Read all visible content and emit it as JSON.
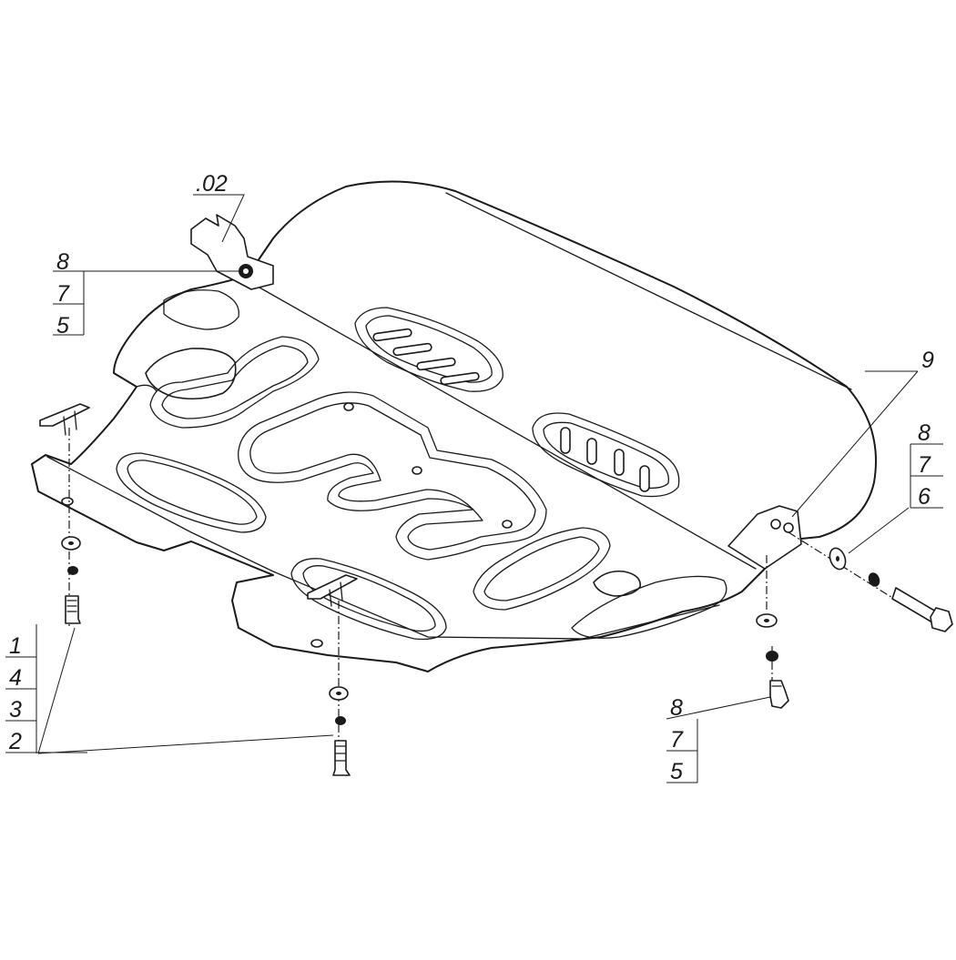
{
  "diagram": {
    "callouts": {
      "top_left_part": ".02",
      "top_left_stack": [
        "8",
        "7",
        "5"
      ],
      "bracket_right": "9",
      "right_stack": [
        "8",
        "7",
        "6"
      ],
      "left_stack": [
        "1",
        "4",
        "3",
        "2"
      ],
      "bottom_right_stack": [
        "8",
        "7",
        "5"
      ]
    }
  }
}
